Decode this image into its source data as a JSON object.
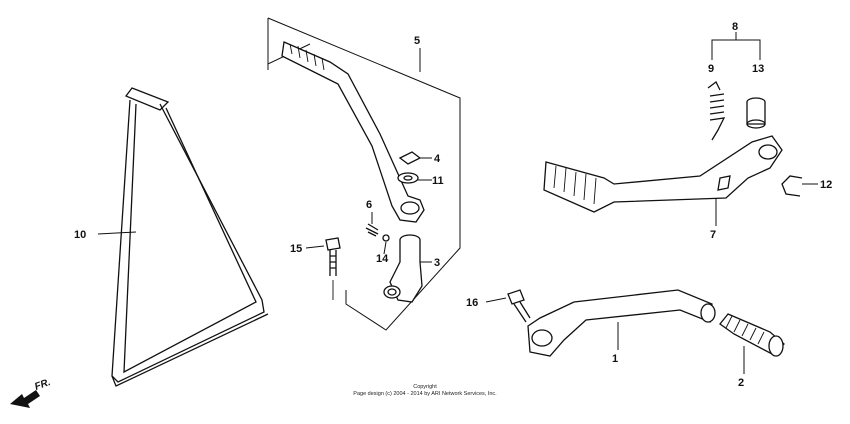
{
  "labels": {
    "p1": "1",
    "p2": "2",
    "p3": "3",
    "p4": "4",
    "p5": "5",
    "p6": "6",
    "p7": "7",
    "p8": "8",
    "p9": "9",
    "p10": "10",
    "p11": "11",
    "p12": "12",
    "p13": "13",
    "p14": "14",
    "p15": "15",
    "p16": "16"
  },
  "direction": "FR.",
  "copyright": {
    "line1": "Copyright",
    "line2": "Page design (c) 2004 - 2014 by ARI Network Services, Inc."
  }
}
